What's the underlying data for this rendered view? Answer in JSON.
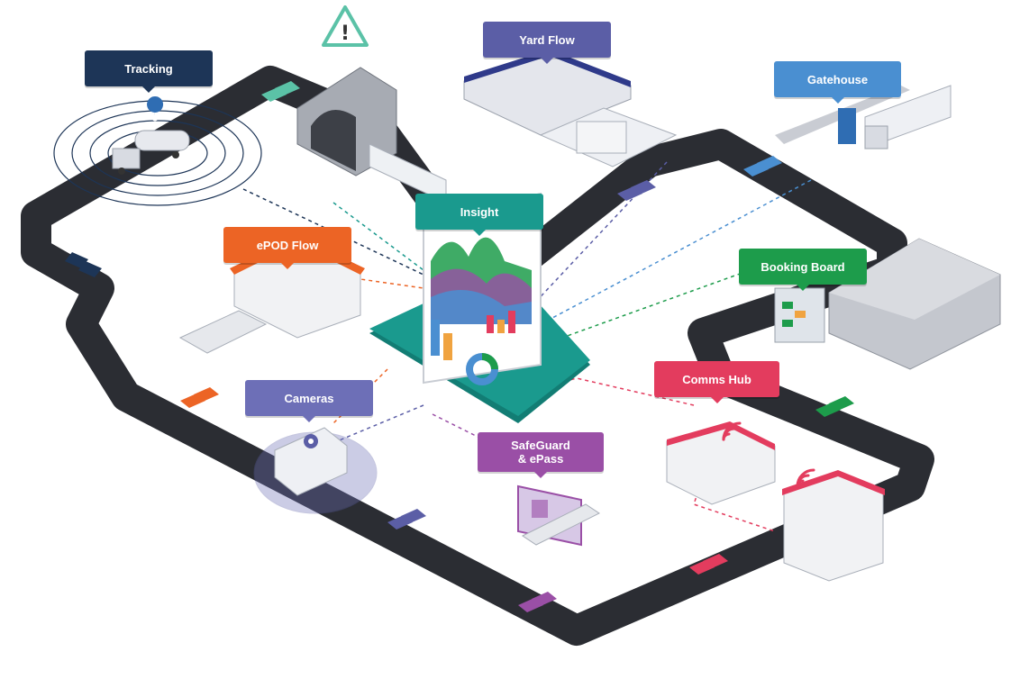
{
  "labels": {
    "tracking": {
      "text": "Tracking",
      "color": "#1d3557"
    },
    "yard_flow": {
      "text": "Yard Flow",
      "color": "#5b5ea6"
    },
    "gatehouse": {
      "text": "Gatehouse",
      "color": "#4a8fd1"
    },
    "insight": {
      "text": "Insight",
      "color": "#1a9a8e"
    },
    "epod_flow": {
      "text": "ePOD Flow",
      "color": "#ec6425"
    },
    "booking": {
      "text": "Booking Board",
      "color": "#1d9c4b"
    },
    "comms_hub": {
      "text": "Comms Hub",
      "color": "#e33c5e"
    },
    "cameras": {
      "text": "Cameras",
      "color": "#6d6fb7"
    },
    "safeguard": {
      "text": "SafeGuard\n& ePass",
      "color": "#9a4fa6"
    }
  },
  "colors": {
    "road": "#2b2d33",
    "dash_dark": "#1d3557",
    "dash_teal": "#1a9a8e",
    "dash_orange": "#ec6425",
    "dash_purple": "#9a4fa6",
    "dash_red": "#e33c5e",
    "dash_blue": "#4a8fd1",
    "dash_green": "#1d9c4b"
  },
  "icons": [
    "warning-triangle-icon",
    "location-pin-icon",
    "wifi-signal-icon",
    "camera-icon",
    "chevron-arrows-icon"
  ]
}
